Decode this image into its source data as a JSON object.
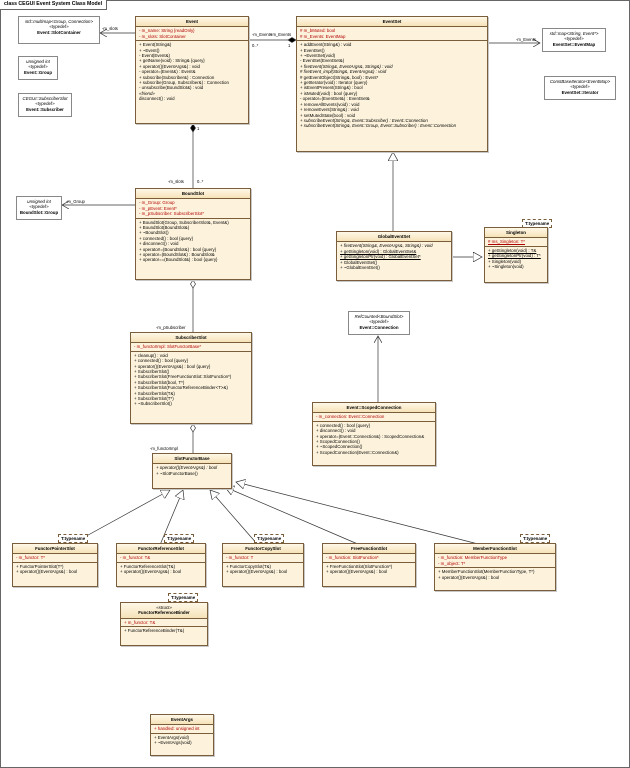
{
  "diagram": {
    "title": "class CEGUI Event System Class Model",
    "classes": {
      "slot_container": {
        "stereo": "std::multimap<Group, Connection>",
        "tag": "«typedef»",
        "name": "Event::SlotContainer"
      },
      "group": {
        "stereo": "unsigned int",
        "tag": "«typedef»",
        "name": "Event::Group"
      },
      "subscriber": {
        "stereo": "CEGUI::SubscriberSlot",
        "tag": "«typedef»",
        "name": "Event::Subscriber"
      },
      "event": {
        "name": "Event",
        "attrs": [
          "- m_name: String {readOnly}",
          "- m_slots: SlotContainer"
        ],
        "ops": [
          "+ Event(String&)",
          "+ ~Event()",
          "- Event(Event&)",
          "+ getName(void) : String& {query}",
          "+ operator()(EventArgs&) : void",
          "- operator=(Event&) : Event&",
          "+ subscribe(Subscriber&) : Connection",
          "+ subscribe(Group, Subscriber&) : Connection",
          "- unsubscribe(BoundSlot&) : void",
          "«friend»",
          "disconnect() : void"
        ]
      },
      "event_set": {
        "name": "EventSet",
        "attrs": [
          "# m_bMuted: bool",
          "# m_Events: EventMap"
        ],
        "ops": [
          "+ addEvent(String&) : void",
          "+ EventSet()",
          "+ ~EventSet(void)",
          "- EventSet(EventSet&)",
          "+ fireEvent(String&, EventArgs&, String&) : void",
          "# fireEvent_impl(String&, EventArgs&) : void",
          "# getEventObject(String&, bool) : Event*",
          "+ getIterator(void) : Iterator {query}",
          "+ isEventPresent(String&) : bool",
          "+ isMuted(void) : bool {query}",
          "- operator=(EventSet&) : EventSet&",
          "+ removeAllEvents(void) : void",
          "+ removeEvent(String&) : void",
          "+ setMutedState(bool) : void",
          "+ subscribeEvent(String&, Event::Subscriber) : Event::Connection",
          "+ subscribeEvent(String&, Event::Group, Event::Subscriber) : Event::Connection"
        ]
      },
      "event_map": {
        "stereo": "std::map<String, Event*>",
        "tag": "«typedef»",
        "name": "EventSet::EventMap"
      },
      "iterator": {
        "stereo": "ConstBaseIterator<EventMap>",
        "tag": "«typedef»",
        "name": "EventSet::Iterator"
      },
      "bound_slot": {
        "name": "BoundSlot",
        "attrs": [
          "- m_Group: Group",
          "- m_pEvent: Event*",
          "- m_pSubscriber: SubscriberSlot*"
        ],
        "ops": [
          "+ BoundSlot(Group, SubscriberSlot&, Event&)",
          "+ BoundSlot(BoundSlot&)",
          "+ ~BoundSlot()",
          "+ connected() : bool {query}",
          "+ disconnect() : void",
          "+ operator!=(BoundSlot&) : bool {query}",
          "+ operator=(BoundSlot&) : BoundSlot&",
          "+ operator==(BoundSlot&) : bool {query}"
        ]
      },
      "bound_slot_group": {
        "stereo": "unsigned int",
        "tag": "«typedef»",
        "name": "BoundSlot::Group"
      },
      "global_event_set": {
        "name": "GlobalEventSet",
        "ops": [
          "+ fireEvent(String&, EventArgs&, String&) : void",
          "+ getSingleton(void) : GlobalEventSet&",
          "+ getSingletonPtr(void) : GlobalEventSet*",
          "+ GlobalEventSet()",
          "+ ~GlobalEventSet()"
        ]
      },
      "singleton": {
        "template": "T:typename",
        "name": "Singleton",
        "attrs": [
          "# ms_Singleton: T*"
        ],
        "ops": [
          "+ getSingleton(void) : T&",
          "+ getSingletonPtr(void) : T*",
          "+ Singleton(void)",
          "+ ~Singleton(void)"
        ]
      },
      "connection": {
        "stereo": "RefCounted<BoundSlot>",
        "tag": "«typedef»",
        "name": "Event::Connection"
      },
      "scoped_connection": {
        "name": "Event::ScopedConnection",
        "attrs": [
          "- m_connection: Event::Connection"
        ],
        "ops": [
          "+ connected() : bool {query}",
          "+ disconnect() : void",
          "+ operator=(Event::Connection&) : ScopedConnection&",
          "+ ScopedConnection()",
          "+ ~ScopedConnection()",
          "+ ScopedConnection(Event::Connection&)"
        ]
      },
      "subscriber_slot": {
        "name": "SubscriberSlot",
        "attrs": [
          "- m_functorImpl: SlotFunctorBase*"
        ],
        "ops": [
          "+ cleanup() : void",
          "+ connected() : bool {query}",
          "+ operator()(EventArgs&) : bool {query}",
          "+ SubscriberSlot()",
          "+ SubscriberSlot(FreeFunctionSlot::SlotFunction*)",
          "+ SubscriberSlot(bool, T*)",
          "+ SubscriberSlot(FunctorReferenceBinder<T>&)",
          "+ SubscriberSlot(T&)",
          "+ SubscriberSlot(T*)",
          "+ ~SubscriberSlot()"
        ]
      },
      "slot_functor_base": {
        "name": "SlotFunctorBase",
        "ops": [
          "+ operator()(EventArgs&) : bool",
          "+ ~SlotFunctorBase()"
        ]
      },
      "functor_pointer_slot": {
        "template": "T:typename",
        "name": "FunctorPointerSlot",
        "attrs": [
          "- m_functor: T*"
        ],
        "ops": [
          "+ FunctorPointerSlot(T*)",
          "+ operator()(EventArgs&) : bool"
        ]
      },
      "functor_reference_slot": {
        "template": "T:typename",
        "name": "FunctorReferenceSlot",
        "attrs": [
          "- m_functor: T&"
        ],
        "ops": [
          "+ FunctorReferenceSlot(T&)",
          "+ operator()(EventArgs&) : bool"
        ]
      },
      "functor_copy_slot": {
        "template": "T:typename",
        "name": "FunctorCopySlot",
        "attrs": [
          "- m_functor: T"
        ],
        "ops": [
          "+ FunctorCopySlot(T&)",
          "+ operator()(EventArgs&) : bool"
        ]
      },
      "free_function_slot": {
        "name": "FreeFunctionSlot",
        "attrs": [
          "- m_function: SlotFunction*"
        ],
        "ops": [
          "+ FreeFunctionSlot(SlotFunction*)",
          "+ operator()(EventArgs&) : bool"
        ]
      },
      "member_function_slot": {
        "template": "T:typename",
        "name": "MemberFunctionSlot",
        "attrs": [
          "- m_function: MemberFunctionType",
          "- m_object: T*"
        ],
        "ops": [
          "+ MemberFunctionSlot(MemberFunctionType, T*)",
          "+ operator()(EventArgs&) : bool"
        ]
      },
      "functor_reference_binder": {
        "template": "T:typename",
        "stereo": "«struct»",
        "name": "FunctorReferenceBinder",
        "attrs": [
          "+ m_functor: T&"
        ],
        "ops": [
          "+ FunctorReferenceBinder(T&)"
        ]
      },
      "event_args": {
        "name": "EventArgs",
        "attrs": [
          "+ handled: unsigned int"
        ],
        "ops": [
          "+ EventArgs(void)",
          "+ ~EventArgs(void)"
        ]
      }
    },
    "labels": {
      "m_slots": "-m_slots",
      "m_events_1": "-m_Events",
      "m_events_1_mult": "0..*",
      "m_events_2": "+m_Events",
      "m_events_2_mult": "1",
      "m_events_3": "-m_Events",
      "m_slots_2": "-m_slots",
      "m_slots_2_mult": "0..*",
      "event_mult": "1",
      "m_group": "-m_Group",
      "m_subscriber": "-m_pSubscriber",
      "m_functor_impl": "-m_functorImpl"
    }
  }
}
